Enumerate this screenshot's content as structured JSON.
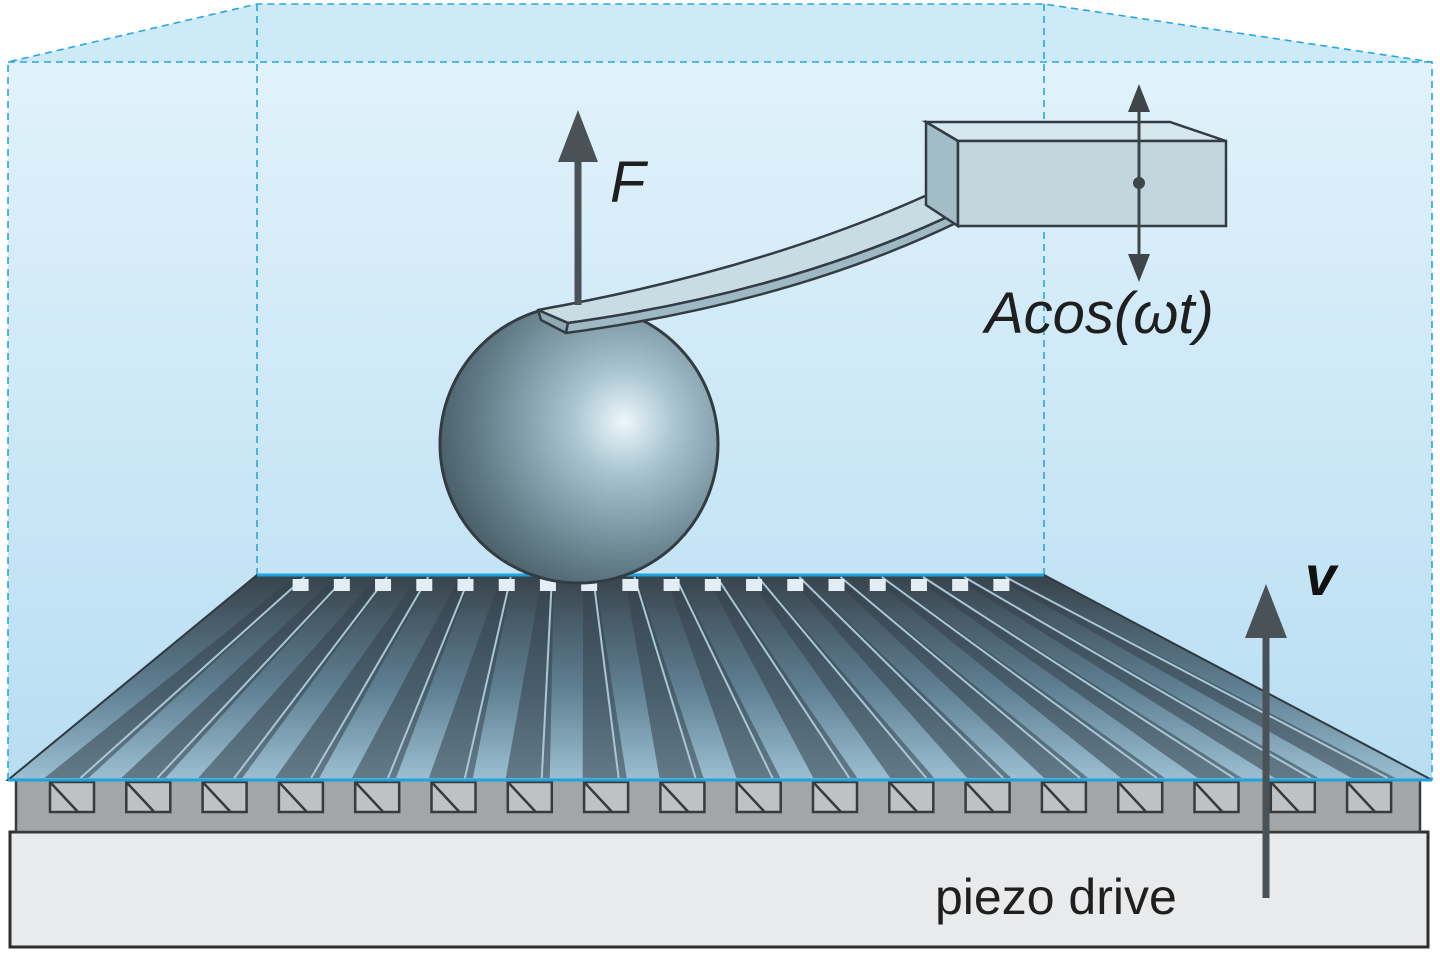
{
  "labels": {
    "force": "F",
    "drive": "Acos(ωt)",
    "velocity": "v",
    "base": "piezo drive"
  },
  "colors": {
    "liquid_fill": "#c4e6f7",
    "liquid_edge": "#2aa6dc",
    "surface_dark": "#33414c",
    "surface_light": "#8fb2c6",
    "sphere_edge": "#333c42",
    "arrow": "#4a5157",
    "cantilever": "#bdd3dc",
    "base_fill": "#e9eaeb",
    "base_edge": "#2f2f2f",
    "teeth_fill": "#a3a6a8"
  },
  "surface": {
    "groove_count": 18
  }
}
